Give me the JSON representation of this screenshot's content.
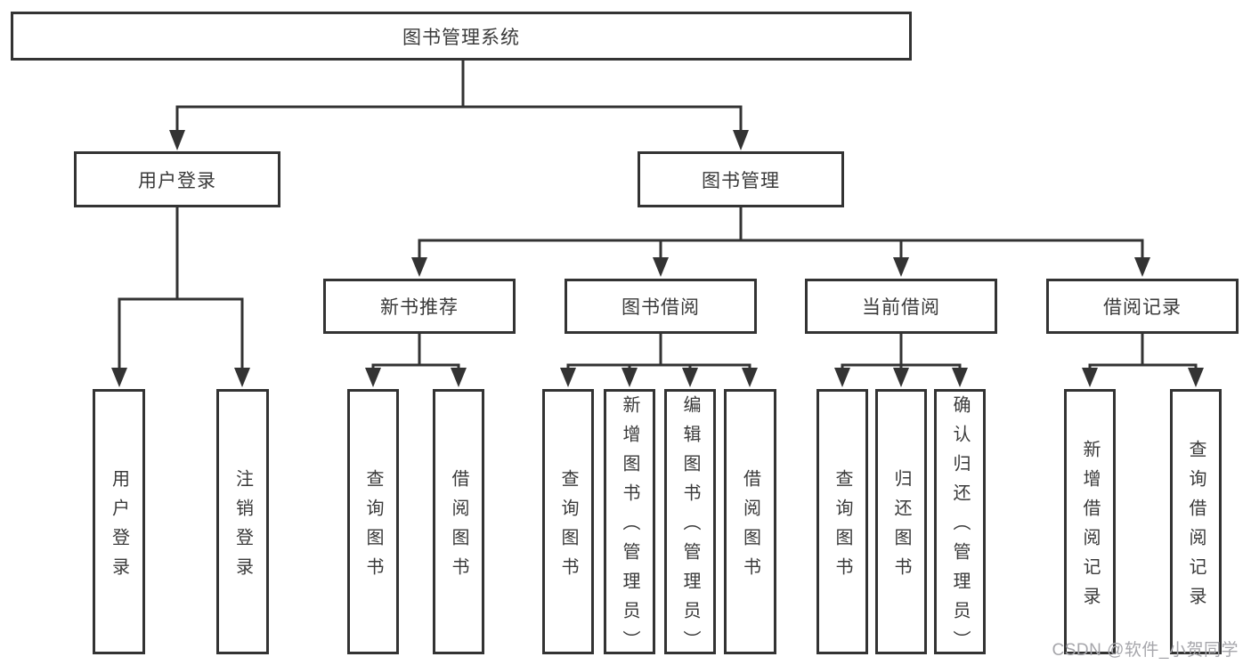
{
  "diagram": {
    "type": "hierarchy-tree",
    "title": "图书管理系统",
    "watermark": "CSDN @软件_小贺同学"
  },
  "nodes": {
    "root": {
      "label": "图书管理系统"
    },
    "user_login": {
      "label": "用户登录"
    },
    "book_mgmt": {
      "label": "图书管理"
    },
    "new_book_rec": {
      "label": "新书推荐"
    },
    "book_borrow": {
      "label": "图书借阅"
    },
    "current_borrow": {
      "label": "当前借阅"
    },
    "borrow_record": {
      "label": "借阅记录"
    },
    "leaf_user_login": {
      "label": "用户登录"
    },
    "leaf_logout": {
      "label": "注销登录"
    },
    "leaf_query_book_rec": {
      "label": "查询图书"
    },
    "leaf_borrow_book_rec": {
      "label": "借阅图书"
    },
    "leaf_query_book_borrow": {
      "label": "查询图书"
    },
    "leaf_add_book": {
      "label": "新增图书（管理员）"
    },
    "leaf_edit_book": {
      "label": "编辑图书（管理员）"
    },
    "leaf_borrow_book_borrow": {
      "label": "借阅图书"
    },
    "leaf_query_book_current": {
      "label": "查询图书"
    },
    "leaf_return_book": {
      "label": "归还图书"
    },
    "leaf_confirm_return": {
      "label": "确认归还（管理员）"
    },
    "leaf_add_record": {
      "label": "新增借阅记录"
    },
    "leaf_query_record": {
      "label": "查询借阅记录"
    }
  },
  "hierarchy": {
    "图书管理系统": [
      "用户登录",
      "图书管理"
    ],
    "用户登录": [
      "用户登录",
      "注销登录"
    ],
    "图书管理": [
      "新书推荐",
      "图书借阅",
      "当前借阅",
      "借阅记录"
    ],
    "新书推荐": [
      "查询图书",
      "借阅图书"
    ],
    "图书借阅": [
      "查询图书",
      "新增图书（管理员）",
      "编辑图书（管理员）",
      "借阅图书"
    ],
    "当前借阅": [
      "查询图书",
      "归还图书",
      "确认归还（管理员）"
    ],
    "借阅记录": [
      "新增借阅记录",
      "查询借阅记录"
    ]
  },
  "colors": {
    "line": "#333333",
    "box_border": "#333333",
    "text": "#3a3a3a",
    "background": "#ffffff",
    "watermark": "#a6a6ab"
  }
}
